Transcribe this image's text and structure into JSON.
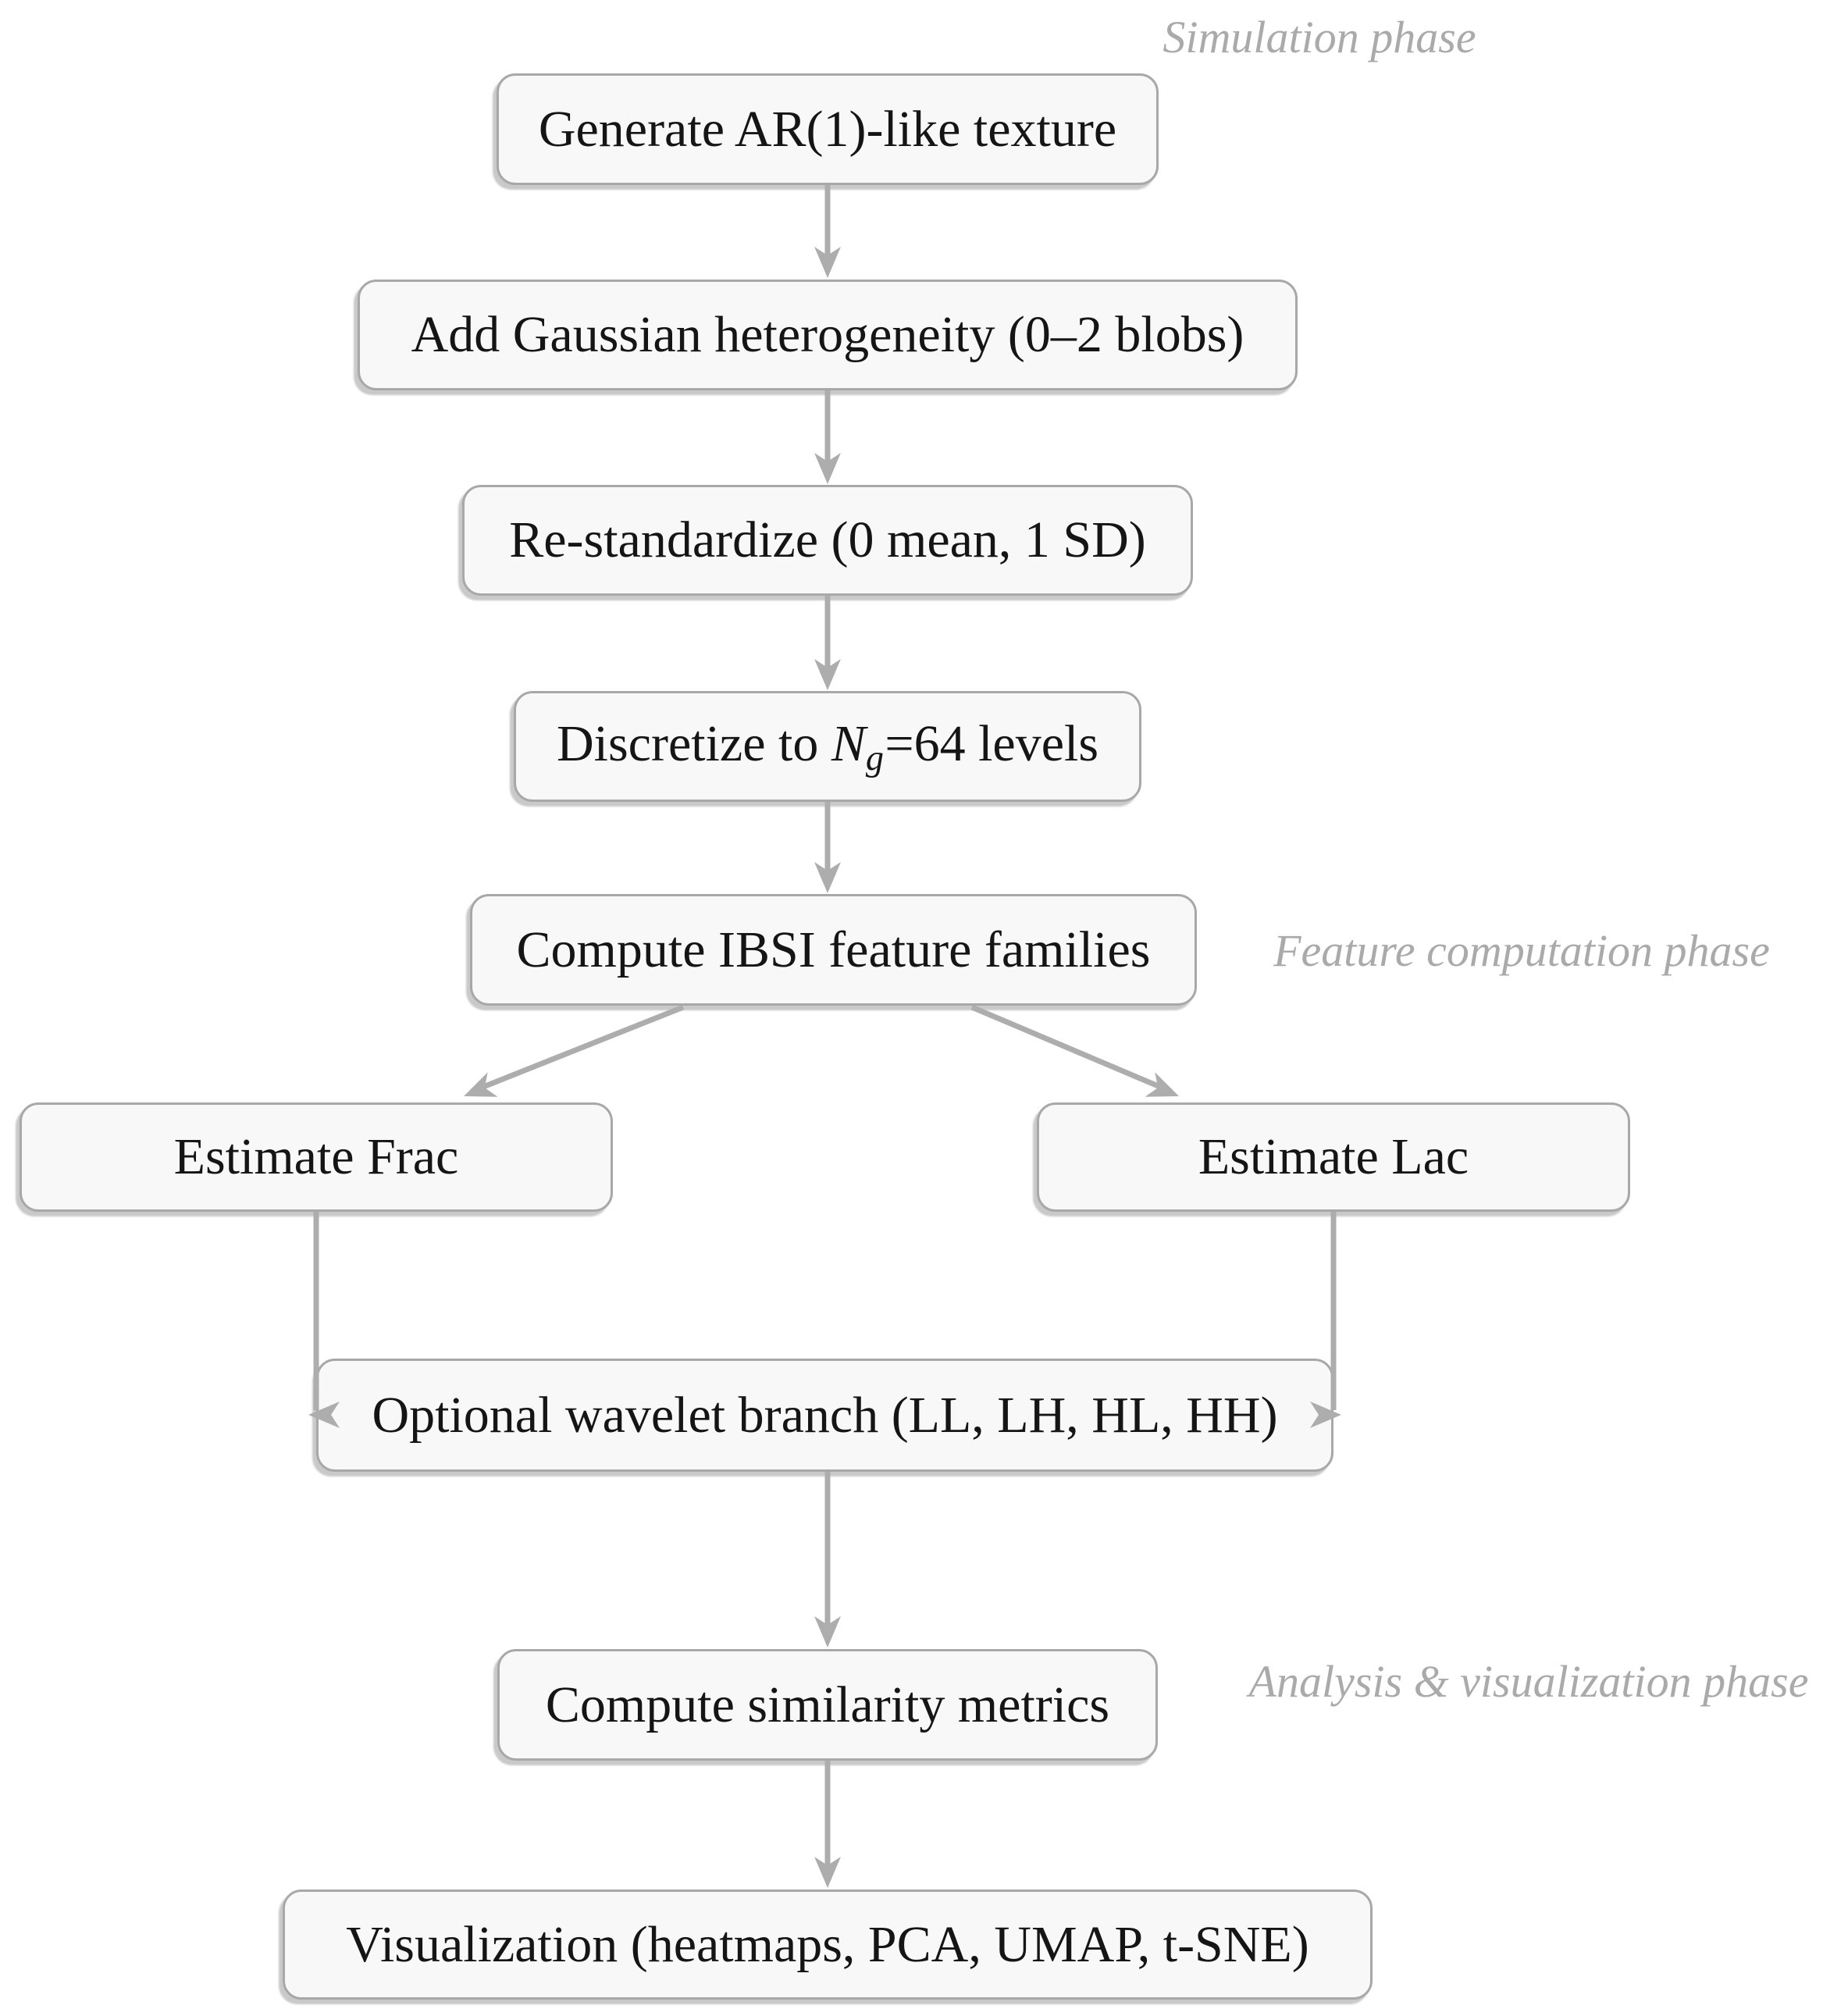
{
  "diagram": {
    "title": "Texture-analysis pipeline flowchart",
    "nodes": {
      "generate": {
        "label": "Generate AR(1)-like texture"
      },
      "add_gaussian": {
        "label": "Add Gaussian heterogeneity (0–2 blobs)"
      },
      "restandardize": {
        "label": "Re-standardize (0 mean, 1 SD)"
      },
      "discretize": {
        "pre": "Discretize to ",
        "var": "N",
        "sub": "g",
        "post": "=64 levels"
      },
      "ibsi": {
        "label": "Compute IBSI feature families"
      },
      "frac": {
        "label": "Estimate Frac"
      },
      "lac": {
        "label": "Estimate Lac"
      },
      "wavelet": {
        "label": "Optional wavelet branch (LL, LH, HL, HH)"
      },
      "similarity": {
        "label": "Compute similarity metrics"
      },
      "visualization": {
        "label": "Visualization (heatmaps, PCA, UMAP, t-SNE)"
      }
    },
    "phases": {
      "simulation": "Simulation phase",
      "feature": "Feature computation phase",
      "analysis": "Analysis & visualization phase"
    },
    "colors": {
      "node_fill": "#f8f8f8",
      "node_border": "#a8a8a8",
      "node_shadow": "#c9c9c9",
      "node_text": "#151515",
      "edge_color": "#adadad",
      "phase_text": "#aaaaaa"
    }
  }
}
